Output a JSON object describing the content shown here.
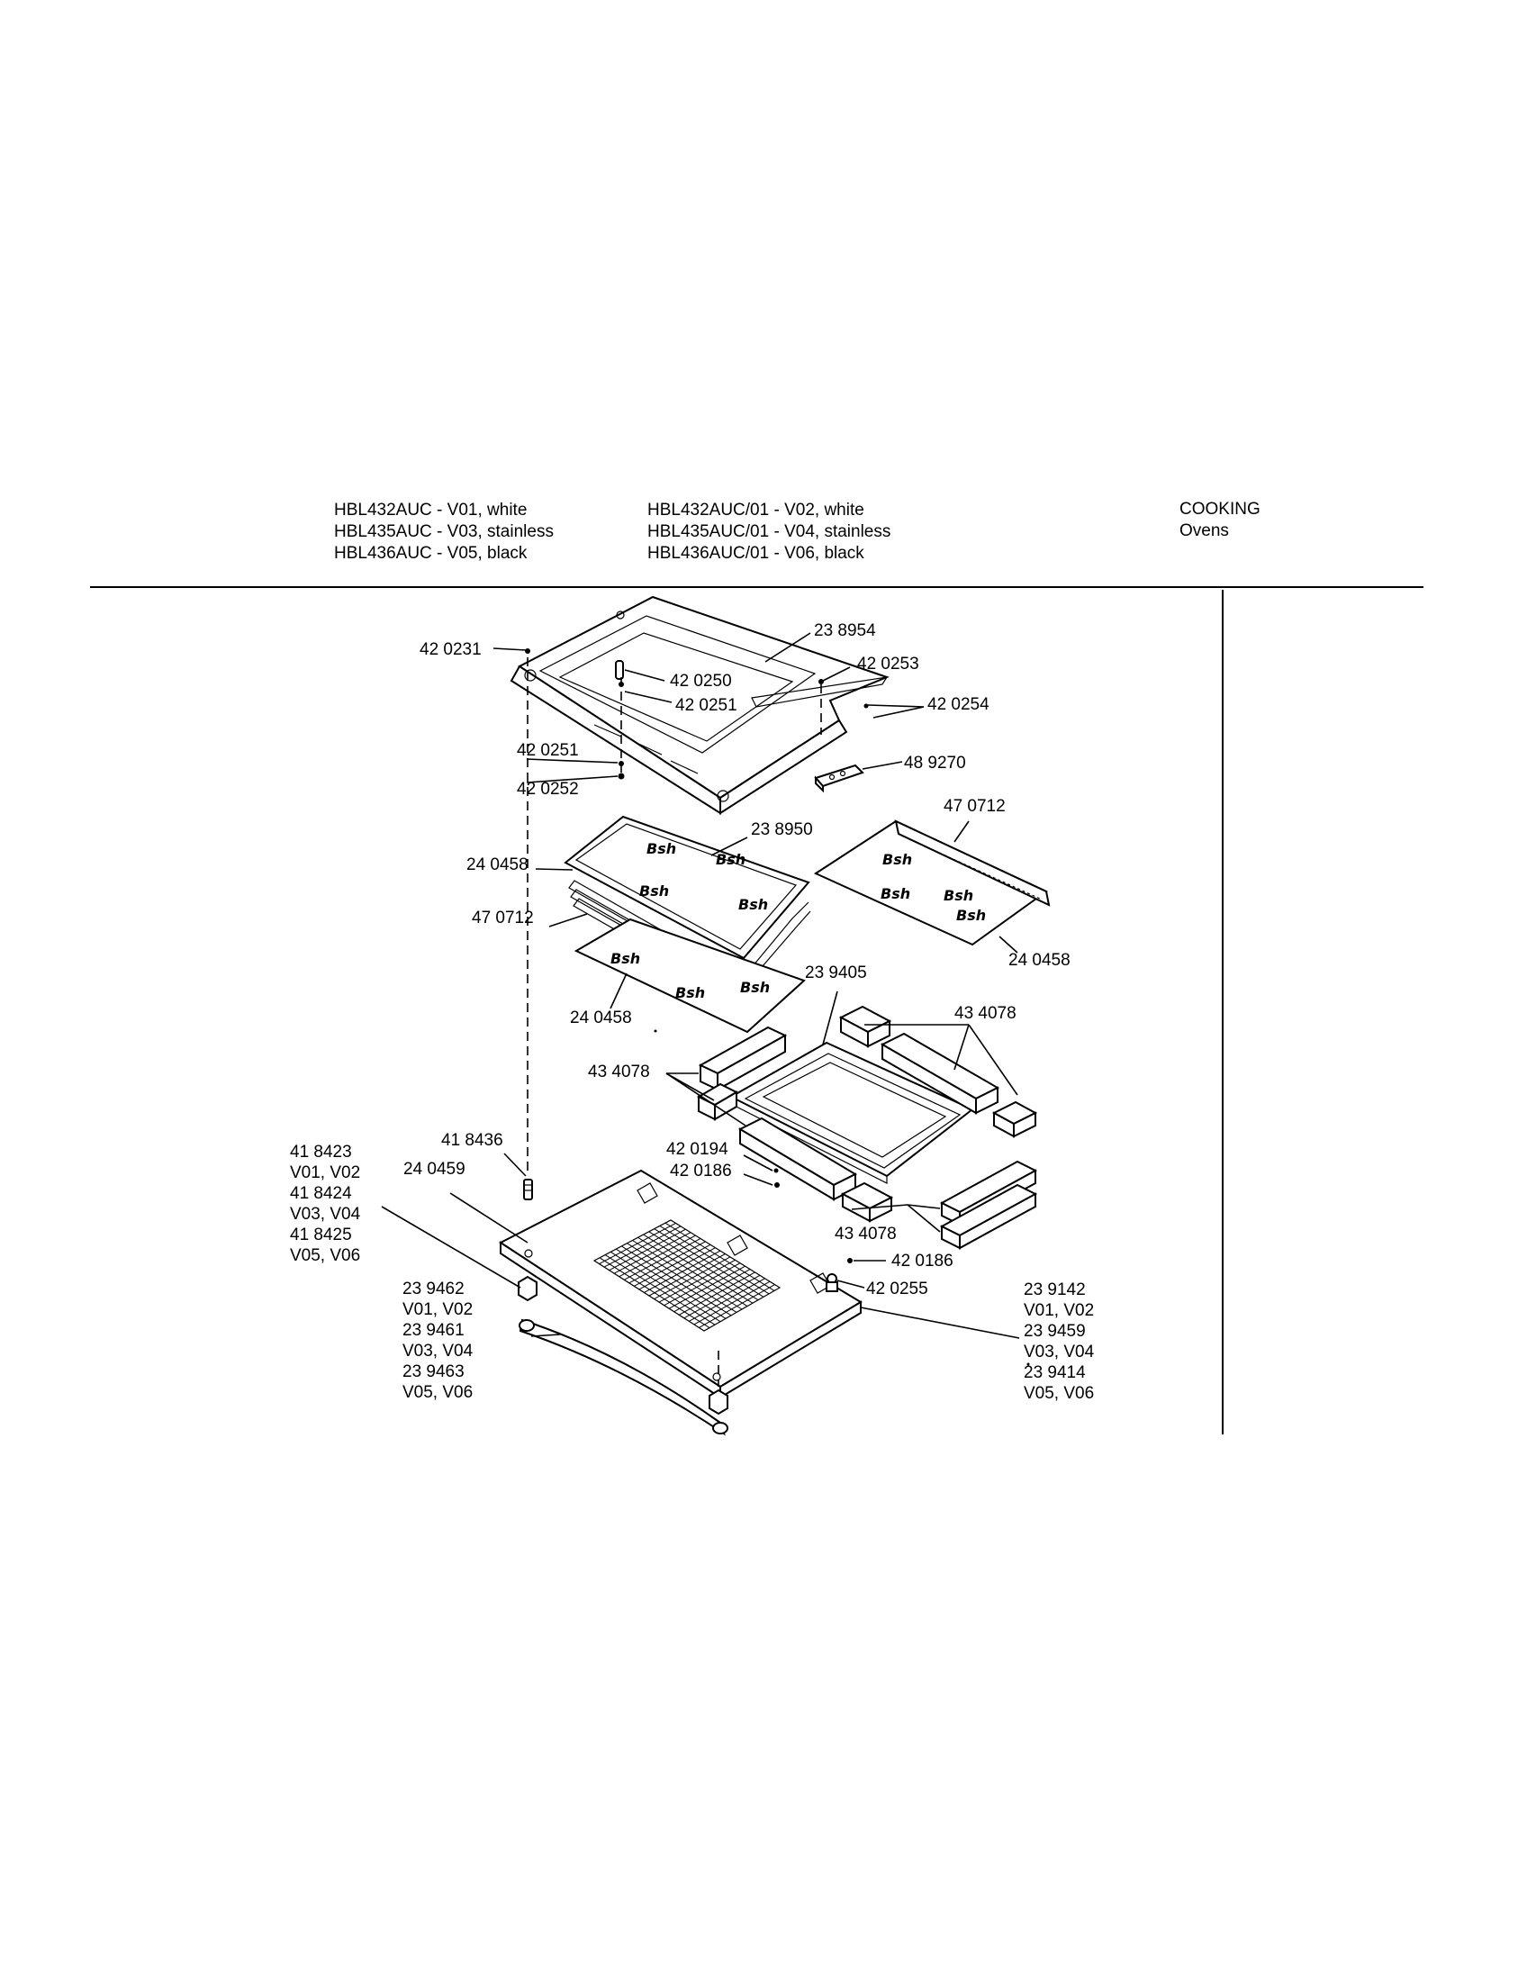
{
  "header": {
    "models_col1": [
      "HBL432AUC - V01, white",
      "HBL435AUC - V03, stainless",
      "HBL436AUC - V05, black"
    ],
    "models_col2": [
      "HBL432AUC/01 - V02, white",
      "HBL435AUC/01 - V04, stainless",
      "HBL436AUC/01 - V06, black"
    ],
    "category": "COOKING",
    "subcategory": "Ovens"
  },
  "labels": {
    "p420231": "42 0231",
    "p238954": "23 8954",
    "p420250": "42 0250",
    "p420251_top": "42 0251",
    "p420253": "42 0253",
    "p420254": "42 0254",
    "p420251_left": "42 0251",
    "p420252": "42 0252",
    "p489270": "48 9270",
    "p238950": "23 8950",
    "p470712_right": "47 0712",
    "p240458_top": "24 0458",
    "p470712_left": "47 0712",
    "p240458_right": "24 0458",
    "p239405": "23 9405",
    "p434078_right": "43 4078",
    "p240458_bottom": "24 0458",
    "p434078_left": "43 4078",
    "p418436": "41 8436",
    "p420194": "42 0194",
    "p420186_mid": "42 0186",
    "p240459": "24 0459",
    "p434078_bottom": "43 4078",
    "p420186_low": "42 0186",
    "p420255": "42 0255",
    "group_418423": [
      "41 8423",
      "V01, V02",
      "41 8424",
      "V03, V04",
      "41 8425",
      "V05, V06"
    ],
    "group_239462": [
      "23 9462",
      "V01, V02",
      "23 9461",
      "V03, V04",
      "23 9463",
      "V05, V06"
    ],
    "group_239142": [
      "23 9142",
      "V01, V02",
      "23 9459",
      "V03, V04",
      "23 9414",
      "V05, V06"
    ]
  }
}
